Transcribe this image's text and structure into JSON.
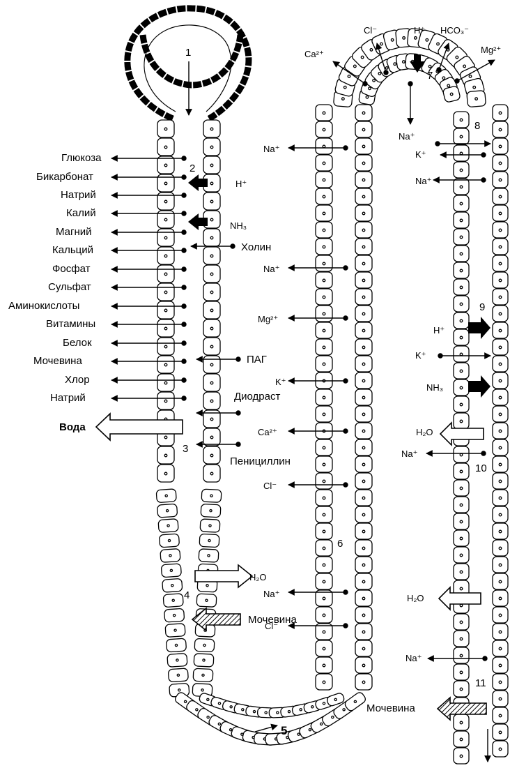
{
  "numbers": {
    "n1": "1",
    "n2": "2",
    "n3": "3",
    "n4": "4",
    "n5": "5",
    "n6": "6",
    "n7": "7",
    "n8": "8",
    "n9": "9",
    "n10": "10",
    "n11": "11"
  },
  "proximal": {
    "glucose": "Глюкоза",
    "bicarbonate": "Бикарбонат",
    "sodium1": "Натрий",
    "potassium": "Калий",
    "magnesium": "Магний",
    "calcium": "Кальций",
    "phosphate": "Фосфат",
    "sulfate": "Сульфат",
    "aminoacids": "Аминокислоты",
    "vitamins": "Витамины",
    "protein": "Белок",
    "urea": "Мочевина",
    "chloride": "Хлор",
    "sodium2": "Натрий",
    "water": "Вода",
    "h_plus": "H⁺",
    "nh3": "NH₃",
    "choline": "Холин",
    "pag": "ПАГ",
    "diodrast": "Диодраст",
    "penicillin": "Пенициллин"
  },
  "loop": {
    "h2o": "H₂O",
    "urea": "Мочевина"
  },
  "ascending": {
    "na1": "Na⁺",
    "na2": "Na⁺",
    "mg": "Mg²⁺",
    "k": "K⁺",
    "ca": "Ca²⁺",
    "cl1": "Cl⁻",
    "na3": "Na⁺",
    "cl2": "Cl⁻"
  },
  "distal_top": {
    "cl": "Cl⁻",
    "h": "H⁺",
    "hco3": "HCO₃⁻",
    "ca": "Ca²⁺",
    "mg": "Mg²⁺",
    "na": "Na⁺"
  },
  "collecting": {
    "k1": "K⁺",
    "na1": "Na⁺",
    "h": "H⁺",
    "k2": "K⁺",
    "nh3": "NH₃",
    "h2o1": "H₂O",
    "na2": "Na⁺",
    "h2o2": "H₂O",
    "na3": "Na⁺",
    "urea": "Мочевина"
  }
}
